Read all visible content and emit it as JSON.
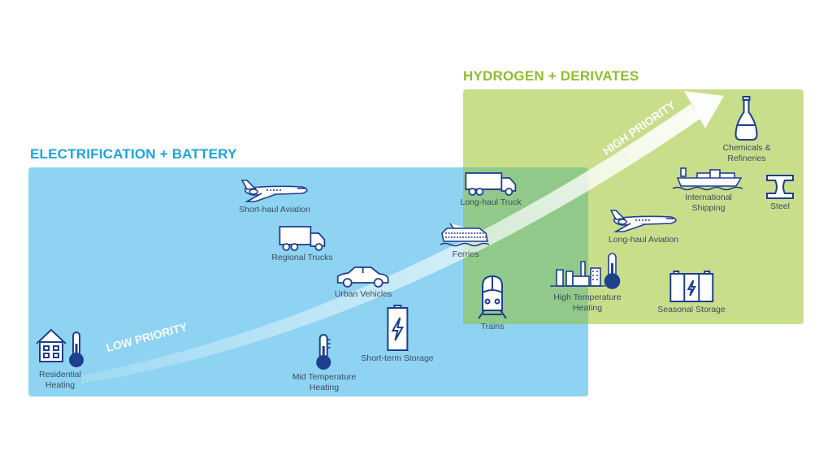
{
  "titles": {
    "electrification": "ELECTRIFICATION + BATTERY",
    "hydrogen": "HYDROGEN + DERIVATES"
  },
  "arrow": {
    "low": "LOW PRIORITY",
    "high": "HIGH PRIORITY"
  },
  "colors": {
    "blue_box": "#8ed3f1",
    "green_box": "#c9de8b",
    "overlap": "#90c98a",
    "blue_title": "#1aa3e0",
    "green_title": "#8cbf2e",
    "icon": "#1f3f8f"
  },
  "items": {
    "residential_heating": "Residential\nHeating",
    "short_haul_aviation": "Short-haul Aviation",
    "regional_trucks": "Regional Trucks",
    "urban_vehicles": "Urban Vehicles",
    "short_term_storage": "Short-term Storage",
    "mid_temperature_heating": "Mid Temperature\nHeating",
    "long_haul_truck": "Long-haul Truck",
    "ferries": "Ferries",
    "trains": "Trains",
    "high_temperature_heating": "High Temperature\nHeating",
    "long_haul_aviation": "Long-haul Aviation",
    "international_shipping": "International\nShipping",
    "steel": "Steel",
    "chemicals_refineries": "Chemicals &\nRefineries",
    "seasonal_storage": "Seasonal Storage"
  }
}
